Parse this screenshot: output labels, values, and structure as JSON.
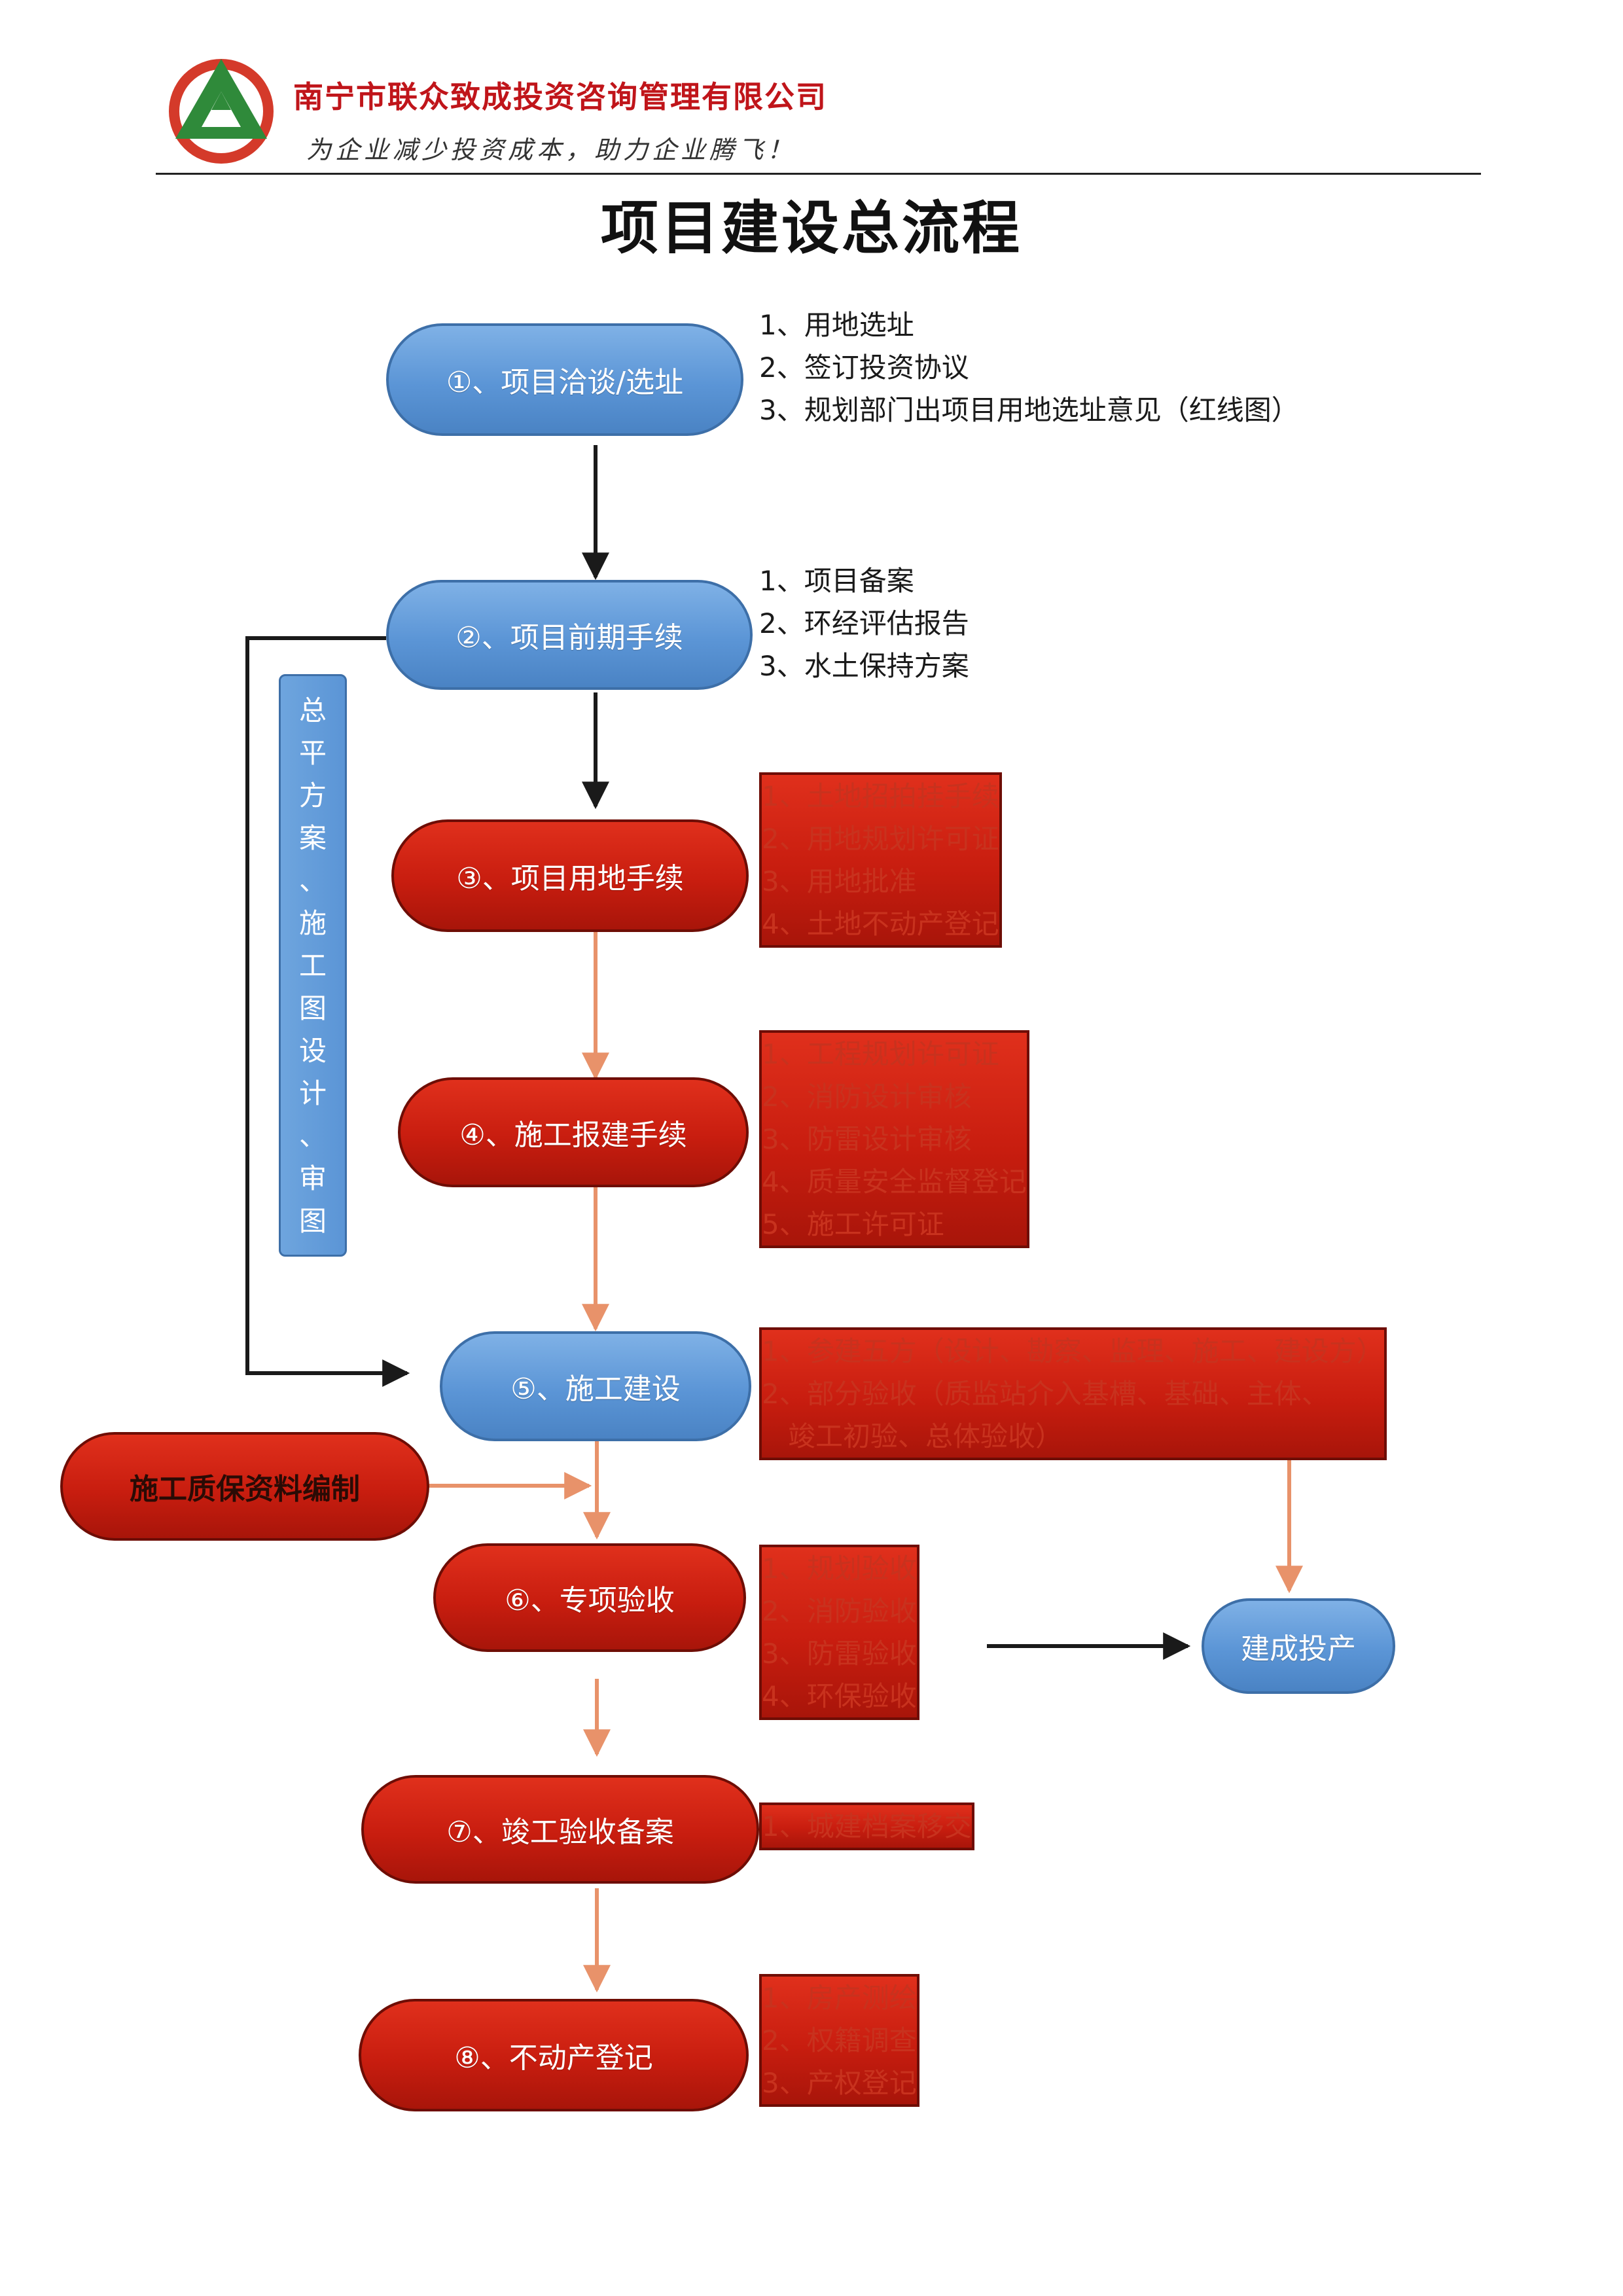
{
  "header": {
    "company": "南宁市联众致成投资咨询管理有限公司",
    "slogan": "为企业减少投资成本，助力企业腾飞！",
    "logo_icon": "triangle-logo-icon"
  },
  "title": "项目建设总流程",
  "colors": {
    "blue_node": "#5b95d6",
    "red_node": "#c81d0f",
    "black_arrow": "#1a1a1a",
    "orange_arrow": "#e8926a",
    "red_text": "#c8321e"
  },
  "nodes": {
    "n1": "①、项目洽谈/选址",
    "n2": "②、项目前期手续",
    "n3": "③、项目用地手续",
    "n4": "④、施工报建手续",
    "n5": "⑤、施工建设",
    "n6": "⑥、专项验收",
    "n7": "⑦、竣工验收备案",
    "n8": "⑧、不动产登记",
    "quality": "施工质保资料编制",
    "final": "建成投产"
  },
  "side_label": [
    "总",
    "平",
    "方",
    "案",
    "、",
    "施",
    "工",
    "图",
    "设",
    "计",
    "、",
    "审",
    "图"
  ],
  "lists": {
    "n1": [
      "1、用地选址",
      "2、签订投资协议",
      "3、规划部门出项目用地选址意见（红线图）"
    ],
    "n2": [
      "1、项目备案",
      "2、环经评估报告",
      "3、水土保持方案"
    ],
    "n3": [
      "1、土地招拍挂手续",
      "2、用地规划许可证",
      "3、用地批准",
      "4、土地不动产登记"
    ],
    "n4": [
      "1、工程规划许可证",
      "2、消防设计审核",
      "3、防雷设计审核",
      "4、质量安全监督登记",
      "5、施工许可证"
    ],
    "n5": [
      "1、参建五方（设计、勘察、监理、施工、建设方）",
      "2、部分验收（质监站介入基槽、基础、主体、",
      "   竣工初验、总体验收）"
    ],
    "n6": [
      "1、规划验收",
      "2、消防验收",
      "3、防雷验收",
      "4、环保验收"
    ],
    "n7": [
      "1、城建档案移交"
    ],
    "n8": [
      "1、房产测绘",
      "2、权籍调查",
      "3、产权登记"
    ]
  }
}
